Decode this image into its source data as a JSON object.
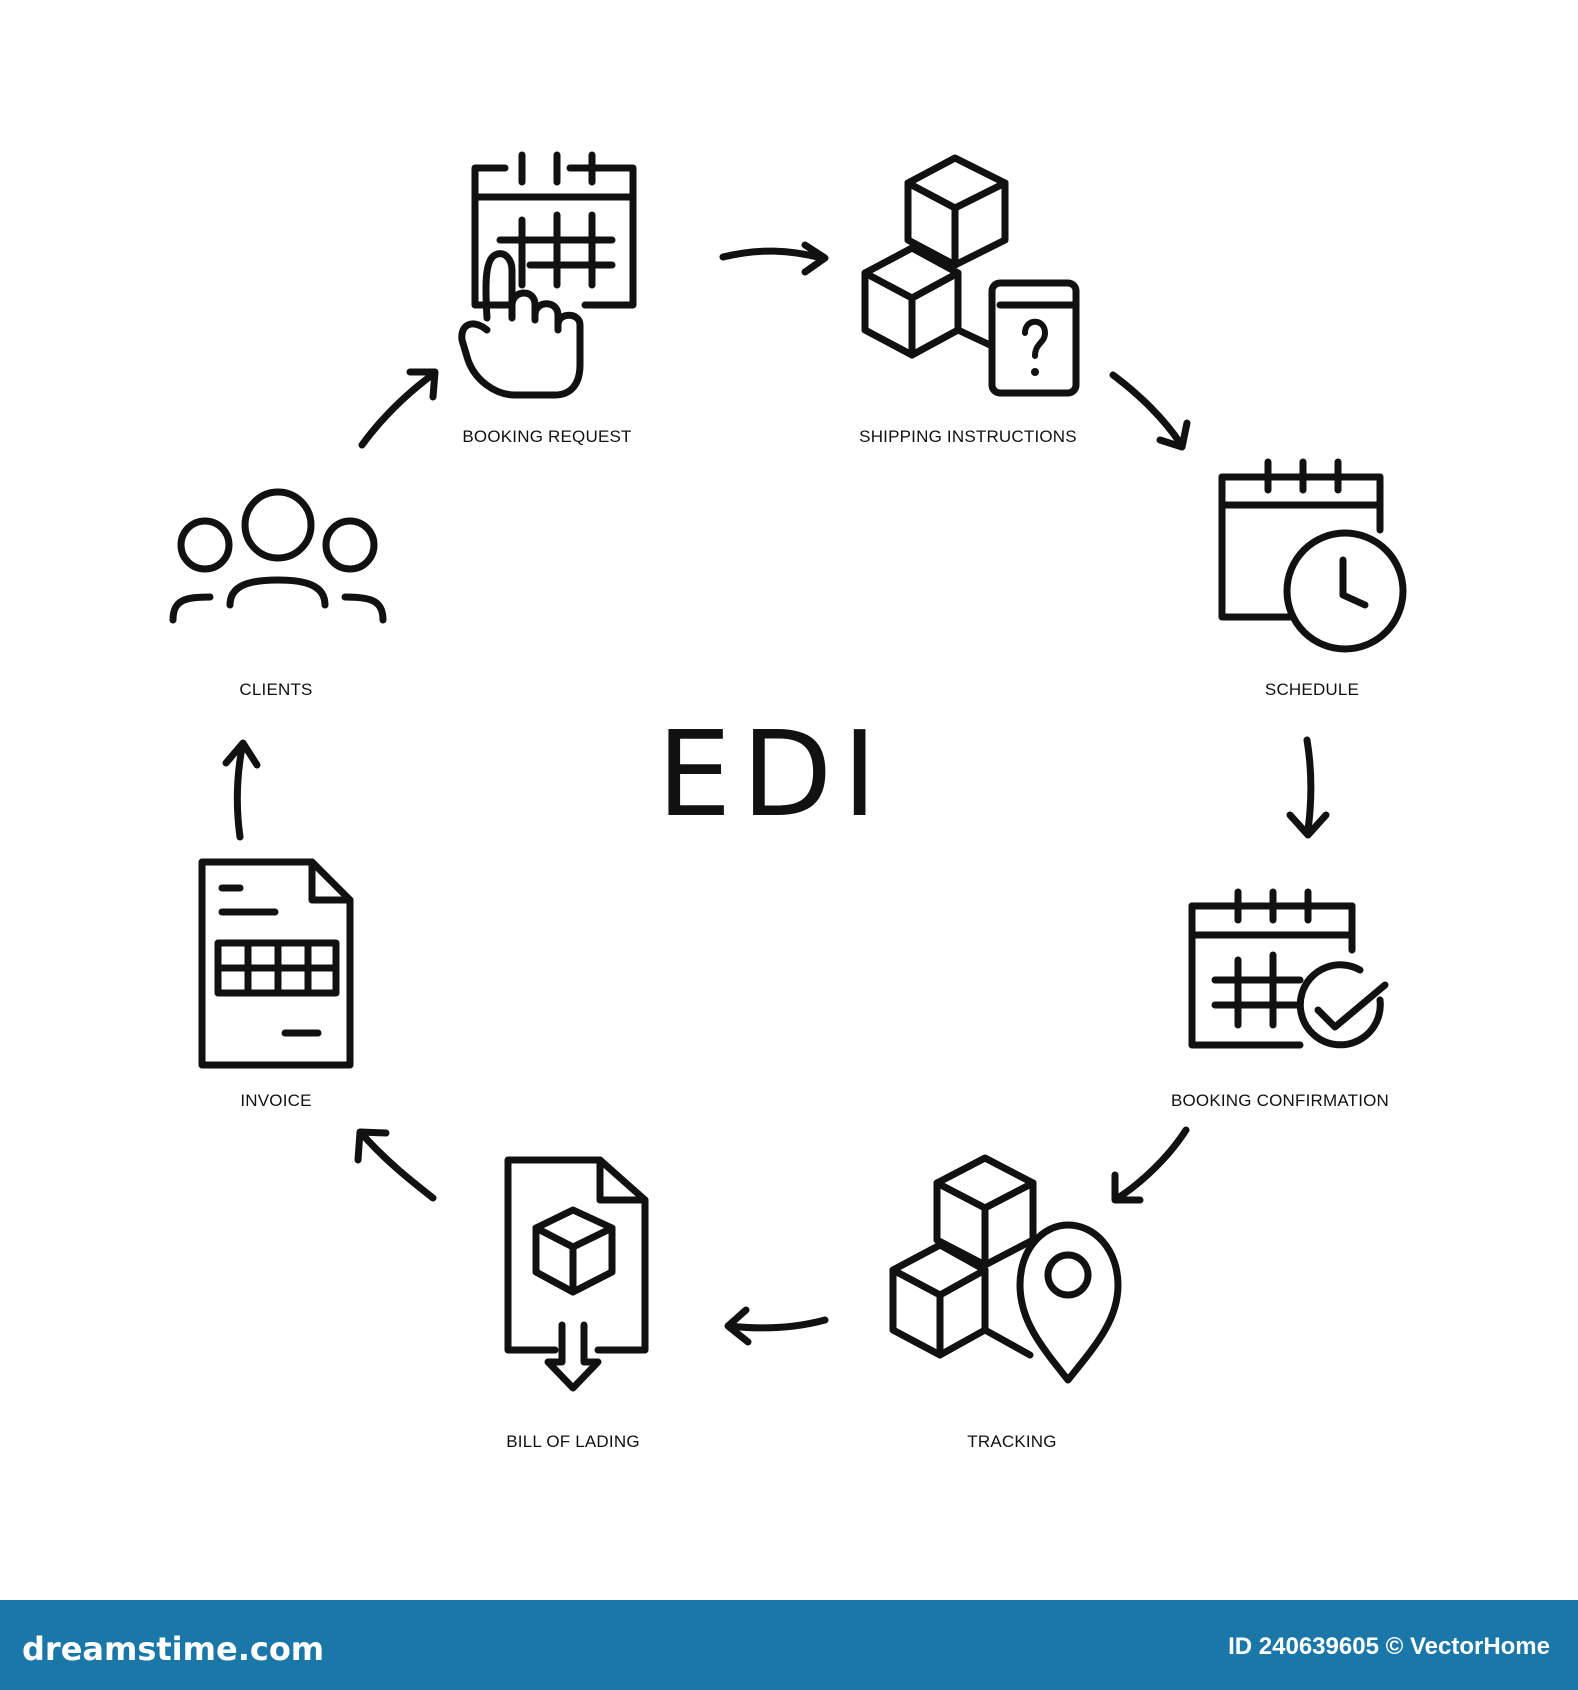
{
  "title": "EDI",
  "steps": [
    {
      "label": "BOOKING REQUEST",
      "icon": "calendar-tap-icon"
    },
    {
      "label": "SHIPPING INSTRUCTIONS",
      "icon": "boxes-question-icon"
    },
    {
      "label": "SCHEDULE",
      "icon": "calendar-clock-icon"
    },
    {
      "label": "BOOKING CONFIRMATION",
      "icon": "calendar-check-icon"
    },
    {
      "label": "TRACKING",
      "icon": "boxes-location-icon"
    },
    {
      "label": "BILL OF LADING",
      "icon": "document-box-icon"
    },
    {
      "label": "INVOICE",
      "icon": "invoice-icon"
    },
    {
      "label": "CLIENTS",
      "icon": "users-group-icon"
    }
  ],
  "footer": {
    "brand": "dreamstime.com",
    "credit": "ID 240639605 © VectorHome"
  },
  "colors": {
    "footer": "#1a77a8",
    "ink": "#111111"
  }
}
